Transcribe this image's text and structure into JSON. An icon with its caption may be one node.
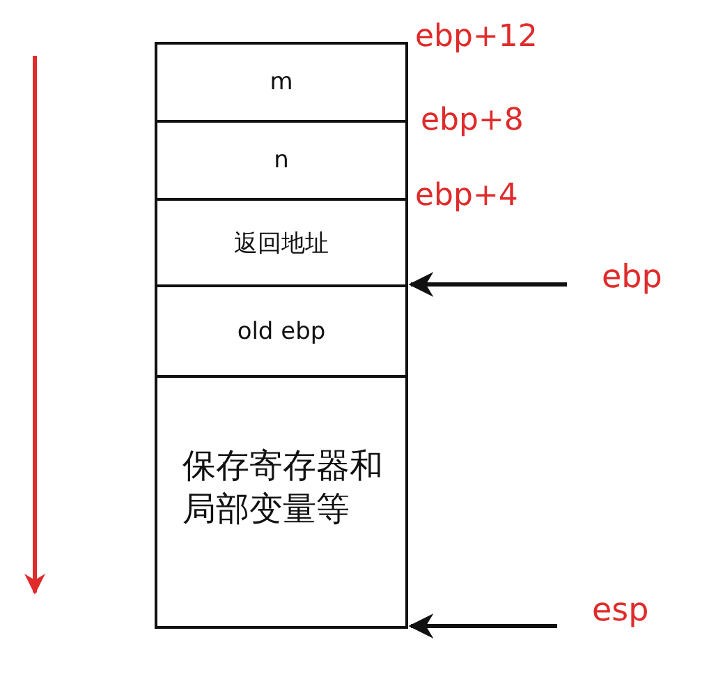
{
  "diagram": {
    "nodes": [
      {
        "text": [
          "m"
        ]
      },
      {
        "text": [
          "n"
        ]
      },
      {
        "text": [
          "返回地址"
        ]
      },
      {
        "text": [
          "old ebp"
        ]
      },
      {
        "text": [
          "保存寄存器和局部变量等"
        ]
      },
      {
        "text": [
          "ebp"
        ]
      },
      {
        "text": [
          "esp"
        ]
      }
    ],
    "edges": [
      {
        "from": 5,
        "to": 3,
        "arrow": "to"
      },
      {
        "from": 6,
        "to": 4,
        "arrow": "to"
      }
    ],
    "labels": [
      "ebp+12",
      "ebp+8",
      "ebp+4"
    ]
  }
}
